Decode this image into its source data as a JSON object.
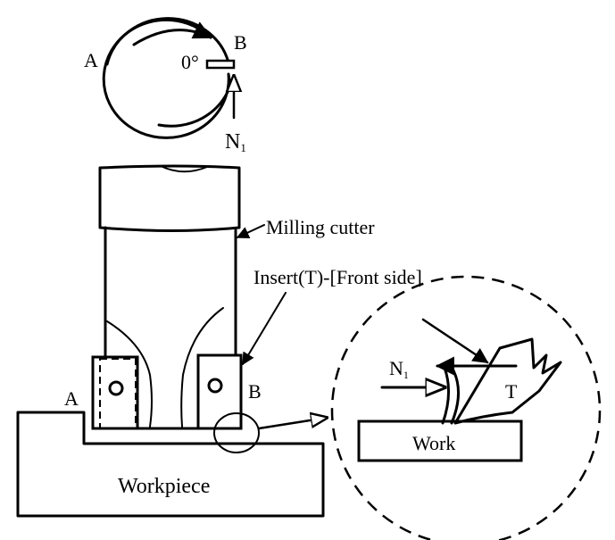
{
  "top_view": {
    "label_a": "A",
    "label_b": "B",
    "angle": "0°",
    "force_n": "N",
    "force_n_sub": "1"
  },
  "main_view": {
    "label_a": "A",
    "label_b": "B",
    "milling_cutter": "Milling cutter",
    "insert": "Insert(T)-[Front side]",
    "workpiece": "Workpiece"
  },
  "detail_view": {
    "force_n": "N",
    "force_n_sub": "1",
    "tool": "T",
    "work": "Work"
  }
}
